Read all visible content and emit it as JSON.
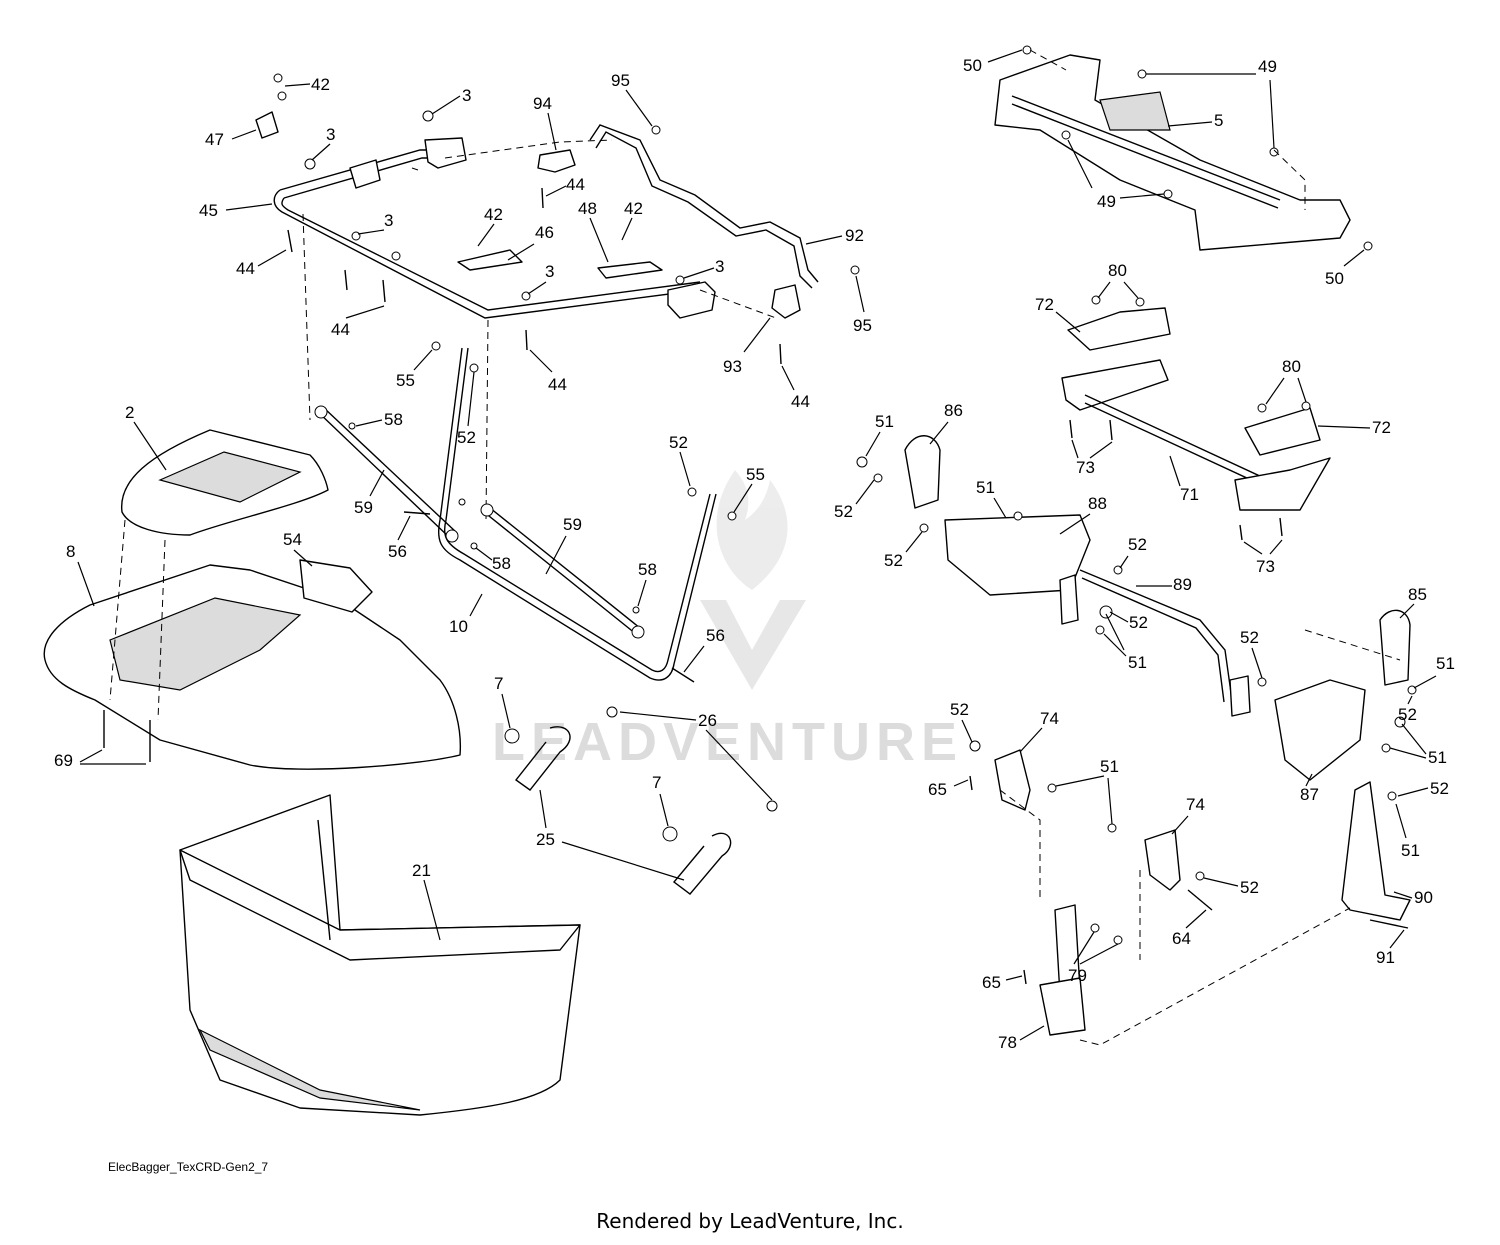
{
  "diagram": {
    "drawing_code": "ElecBagger_TexCRD-Gen2_7",
    "footer_credit": "Rendered by LeadVenture, Inc.",
    "watermark_text": "LEADVENTURE",
    "callouts": [
      "42",
      "3",
      "95",
      "94",
      "47",
      "3",
      "45",
      "44",
      "42",
      "48",
      "42",
      "3",
      "46",
      "92",
      "44",
      "3",
      "3",
      "44",
      "95",
      "55",
      "93",
      "44",
      "44",
      "58",
      "52",
      "2",
      "59",
      "52",
      "55",
      "56",
      "59",
      "58",
      "54",
      "8",
      "58",
      "10",
      "56",
      "7",
      "26",
      "69",
      "7",
      "25",
      "21",
      "50",
      "49",
      "5",
      "49",
      "50",
      "80",
      "72",
      "80",
      "72",
      "73",
      "71",
      "73",
      "51",
      "86",
      "52",
      "51",
      "88",
      "52",
      "52",
      "89",
      "52",
      "51",
      "85",
      "52",
      "51",
      "52",
      "51",
      "52",
      "74",
      "65",
      "51",
      "87",
      "52",
      "51",
      "74",
      "52",
      "90",
      "64",
      "91",
      "79",
      "65",
      "78"
    ]
  }
}
